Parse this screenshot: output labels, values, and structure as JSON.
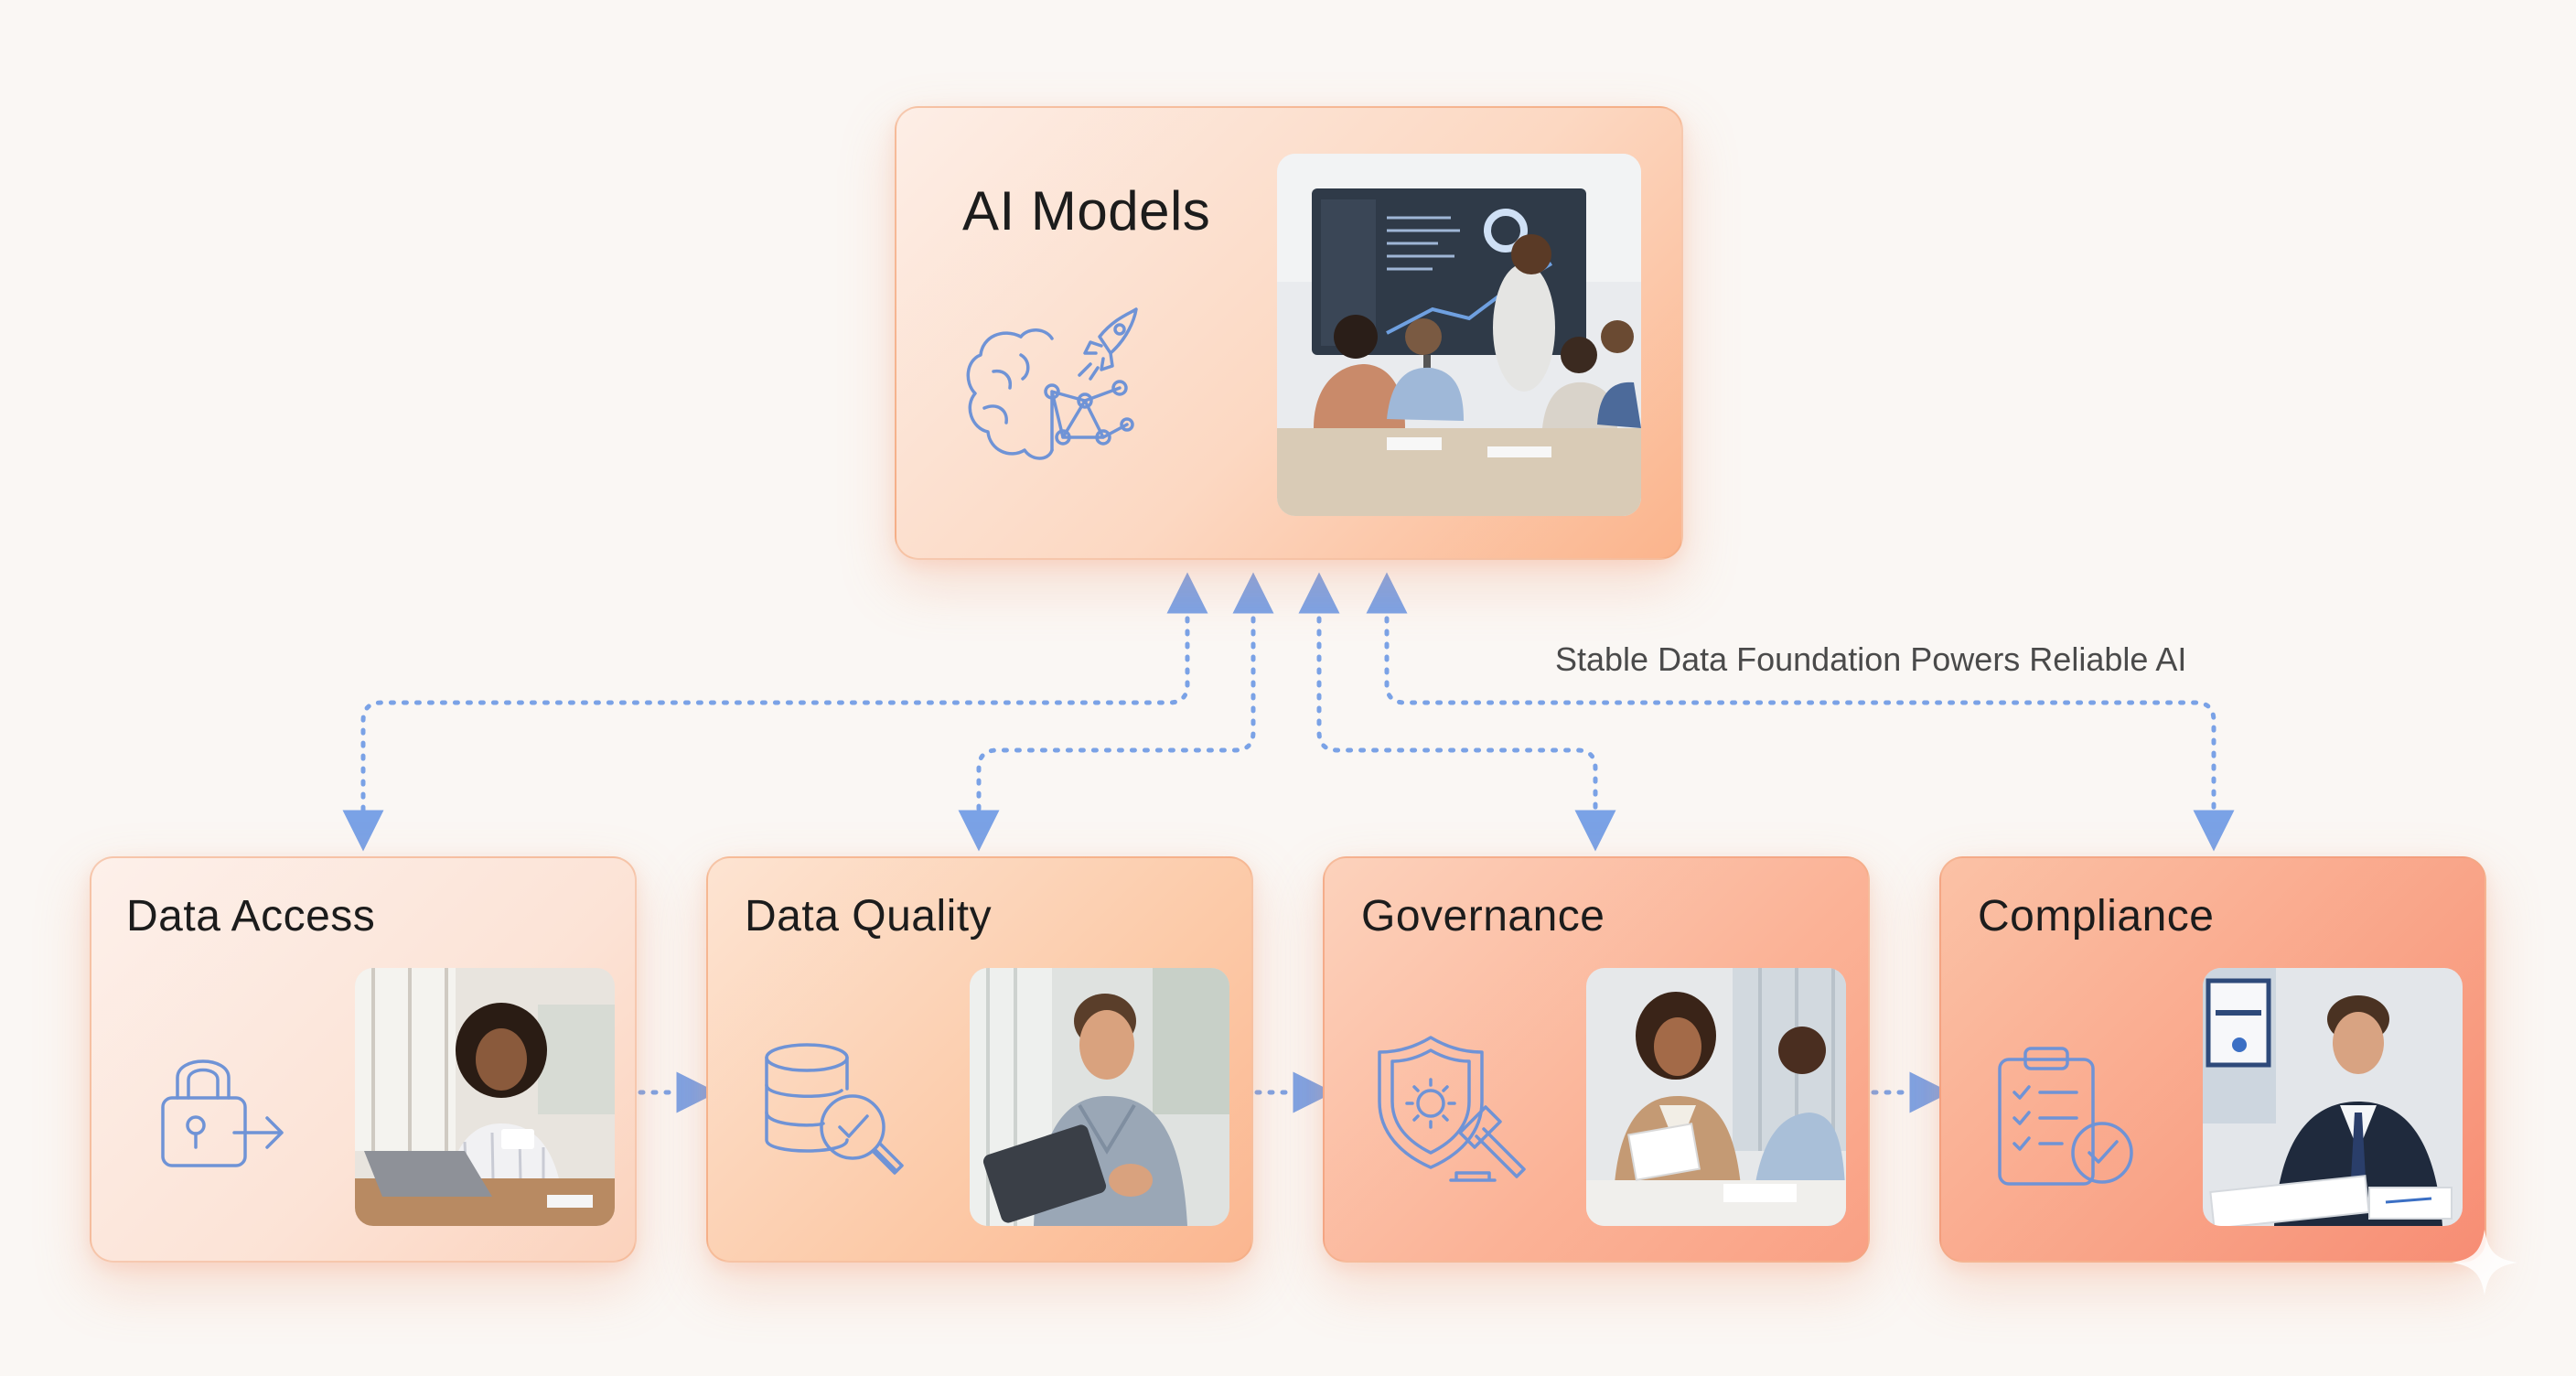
{
  "colors": {
    "connector": "#7aa2e6",
    "icon_stroke": "#6f93d6"
  },
  "top": {
    "title": "AI Models",
    "icon": "brain-rocket-icon",
    "photo": "team-presentation-photo"
  },
  "caption": "Stable Data Foundation Powers Reliable AI",
  "bottom": [
    {
      "title": "Data Access",
      "icon": "lock-arrow-icon",
      "photo": "woman-laptop-card-photo"
    },
    {
      "title": "Data Quality",
      "icon": "database-magnifier-check-icon",
      "photo": "man-tablet-photo"
    },
    {
      "title": "Governance",
      "icon": "shield-gear-gavel-icon",
      "photo": "meeting-documents-photo"
    },
    {
      "title": "Compliance",
      "icon": "clipboard-checklist-icon",
      "photo": "man-signing-certificate-photo"
    }
  ]
}
